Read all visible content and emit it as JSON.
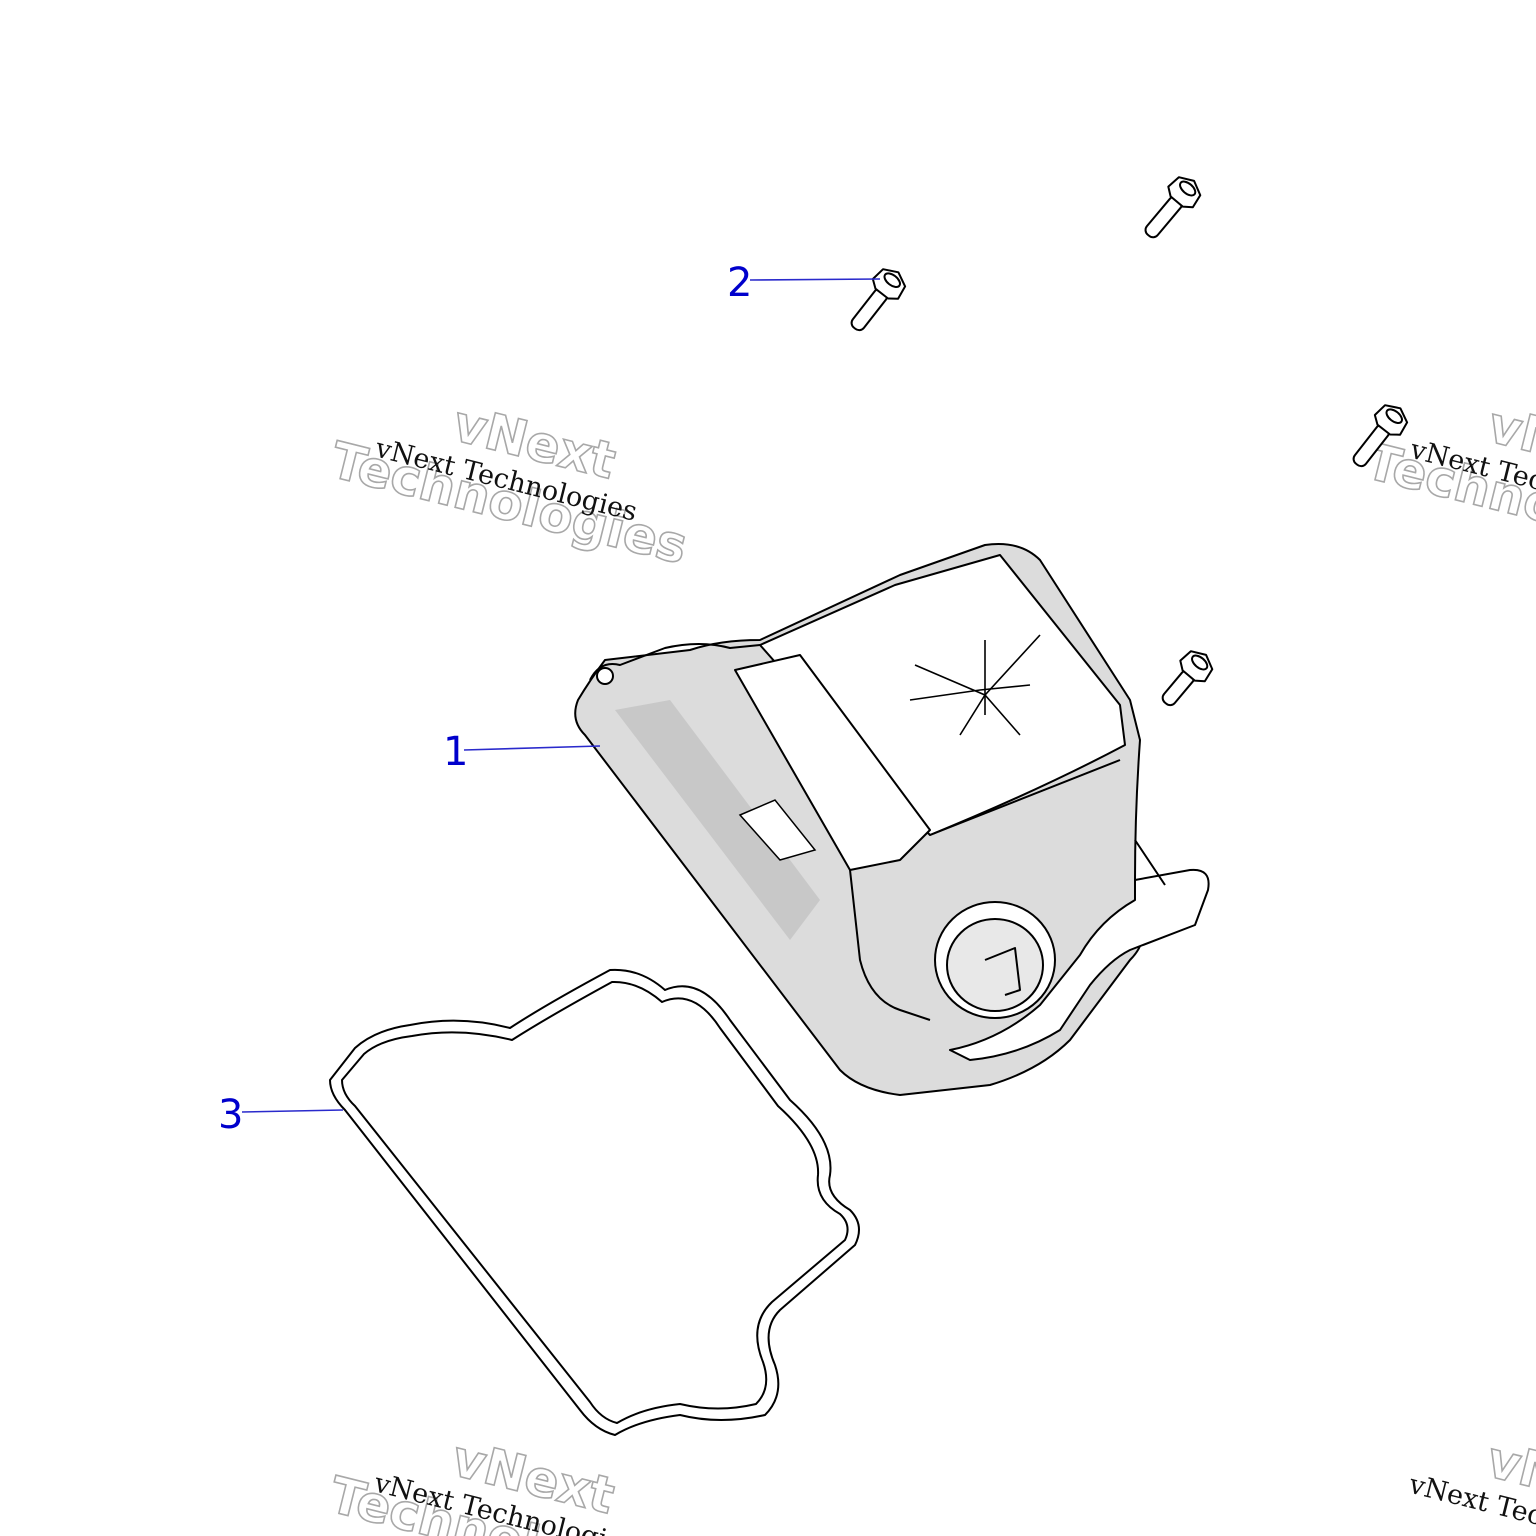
{
  "callouts": [
    {
      "id": "1",
      "label": "1"
    },
    {
      "id": "2",
      "label": "2"
    },
    {
      "id": "3",
      "label": "3"
    }
  ],
  "watermark": {
    "serif_text": "vNext Technologies",
    "outline_line1": "vNext",
    "outline_line2": "Technologies"
  },
  "colors": {
    "callout": "#0000cc",
    "leader": "#2a2acc",
    "part_shade": "#dcdcdc"
  }
}
